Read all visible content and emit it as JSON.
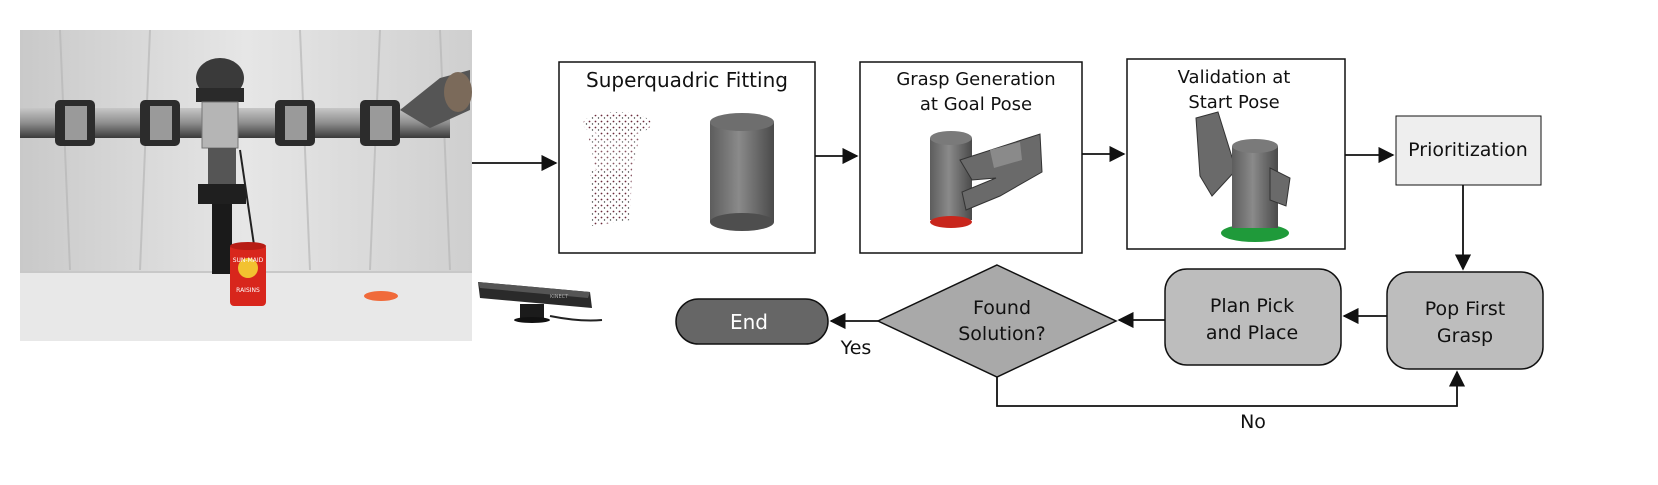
{
  "nodes": {
    "superquadric": {
      "title": "Superquadric Fitting"
    },
    "grasp_generation": {
      "line1": "Grasp Generation",
      "line2": "at Goal Pose"
    },
    "validation": {
      "line1": "Validation at",
      "line2": "Start Pose"
    },
    "prioritization": {
      "label": "Prioritization"
    },
    "pop_first": {
      "line1": "Pop First",
      "line2": "Grasp"
    },
    "plan_pick": {
      "line1": "Plan Pick",
      "line2": "and Place"
    },
    "found_solution": {
      "line1": "Found",
      "line2": "Solution?"
    },
    "end": {
      "label": "End"
    }
  },
  "edges": {
    "yes": "Yes",
    "no": "No"
  },
  "photo": {
    "can_label_top": "SUN-MAID",
    "can_label_bottom": "RAISINS",
    "sensor_text": "KINECT"
  },
  "colors": {
    "box_fill": "#ffffff",
    "prioritization_fill": "#eeeeee",
    "process_fill": "#bdbdbd",
    "decision_fill": "#a9a9a9",
    "end_fill": "#666666",
    "stroke": "#111111"
  }
}
